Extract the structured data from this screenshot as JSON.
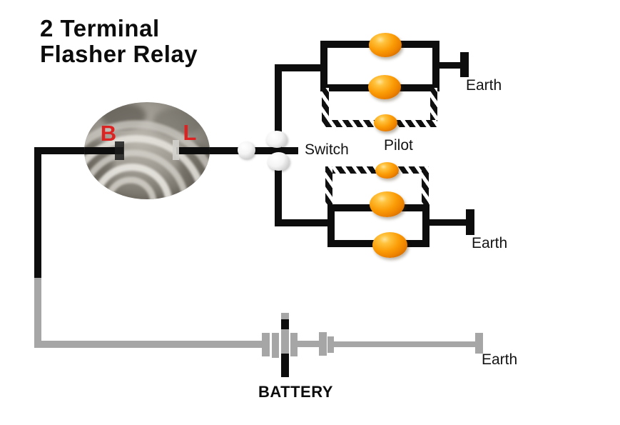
{
  "diagram": {
    "title_line1": "2 Terminal",
    "title_line2": "Flasher Relay",
    "relay": {
      "terminal_left": "B",
      "terminal_right": "L"
    },
    "switch_label": "Switch",
    "pilot_label": "Pilot",
    "battery_label": "BATTERY",
    "earth_top_label": "Earth",
    "earth_middle_label": "Earth",
    "earth_bottom_label": "Earth"
  },
  "colors": {
    "background": "#ffffff",
    "wire_black": "#0d0d0d",
    "wire_gray": "#a6a6a6",
    "bulb_orange": "#ef8500",
    "relay_terminal_red": "#dd2222"
  }
}
